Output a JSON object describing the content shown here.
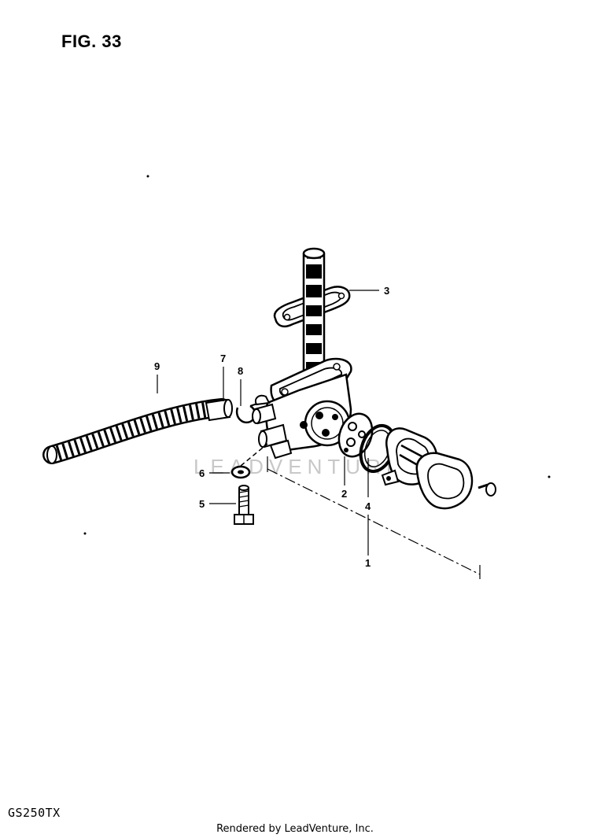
{
  "figure": {
    "title": "FIG. 33",
    "model_code": "GS250TX",
    "credit": "Rendered by LeadVenture, Inc.",
    "watermark": "LEADVENTURE"
  },
  "callouts": [
    {
      "id": "1",
      "label": "1"
    },
    {
      "id": "2",
      "label": "2"
    },
    {
      "id": "3",
      "label": "3"
    },
    {
      "id": "4",
      "label": "4"
    },
    {
      "id": "5",
      "label": "5"
    },
    {
      "id": "6",
      "label": "6"
    },
    {
      "id": "7",
      "label": "7"
    },
    {
      "id": "8",
      "label": "8"
    },
    {
      "id": "9",
      "label": "9"
    }
  ]
}
